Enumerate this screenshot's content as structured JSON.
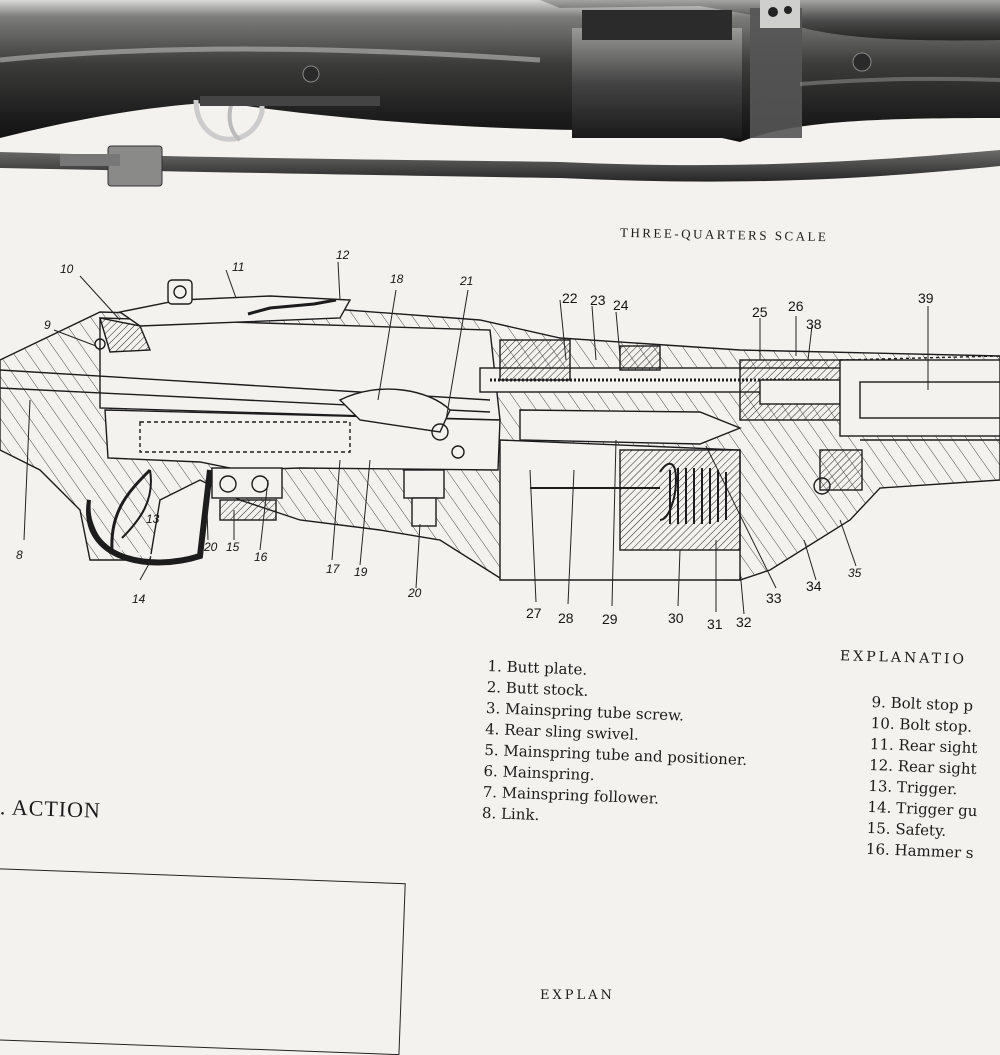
{
  "scale_label": "THREE-QUARTERS SCALE",
  "callouts": [
    "10",
    "11",
    "12",
    "18",
    "21",
    "22",
    "23",
    "24",
    "25",
    "26",
    "38",
    "39",
    "9",
    "8",
    "13",
    "20",
    "15",
    "16",
    "17",
    "19",
    "20",
    "14",
    "27",
    "28",
    "29",
    "30",
    "31",
    "32",
    "33",
    "34",
    "35"
  ],
  "explanation_heading": "EXPLANATIO",
  "parts_left": [
    "1. Butt plate.",
    "2. Butt stock.",
    "3. Mainspring tube screw.",
    "4. Rear sling swivel.",
    "5. Mainspring tube and positioner.",
    "6. Mainspring.",
    "7. Mainspring follower.",
    "8. Link."
  ],
  "parts_right": [
    "9. Bolt stop p",
    "10. Bolt stop.",
    "11. Rear sight",
    "12. Rear sight",
    "13. Trigger.",
    "14. Trigger gu",
    "15. Safety.",
    "16. Hammer s"
  ],
  "section_title": ". ACTION",
  "box_sub_heading": "EXPLAN"
}
